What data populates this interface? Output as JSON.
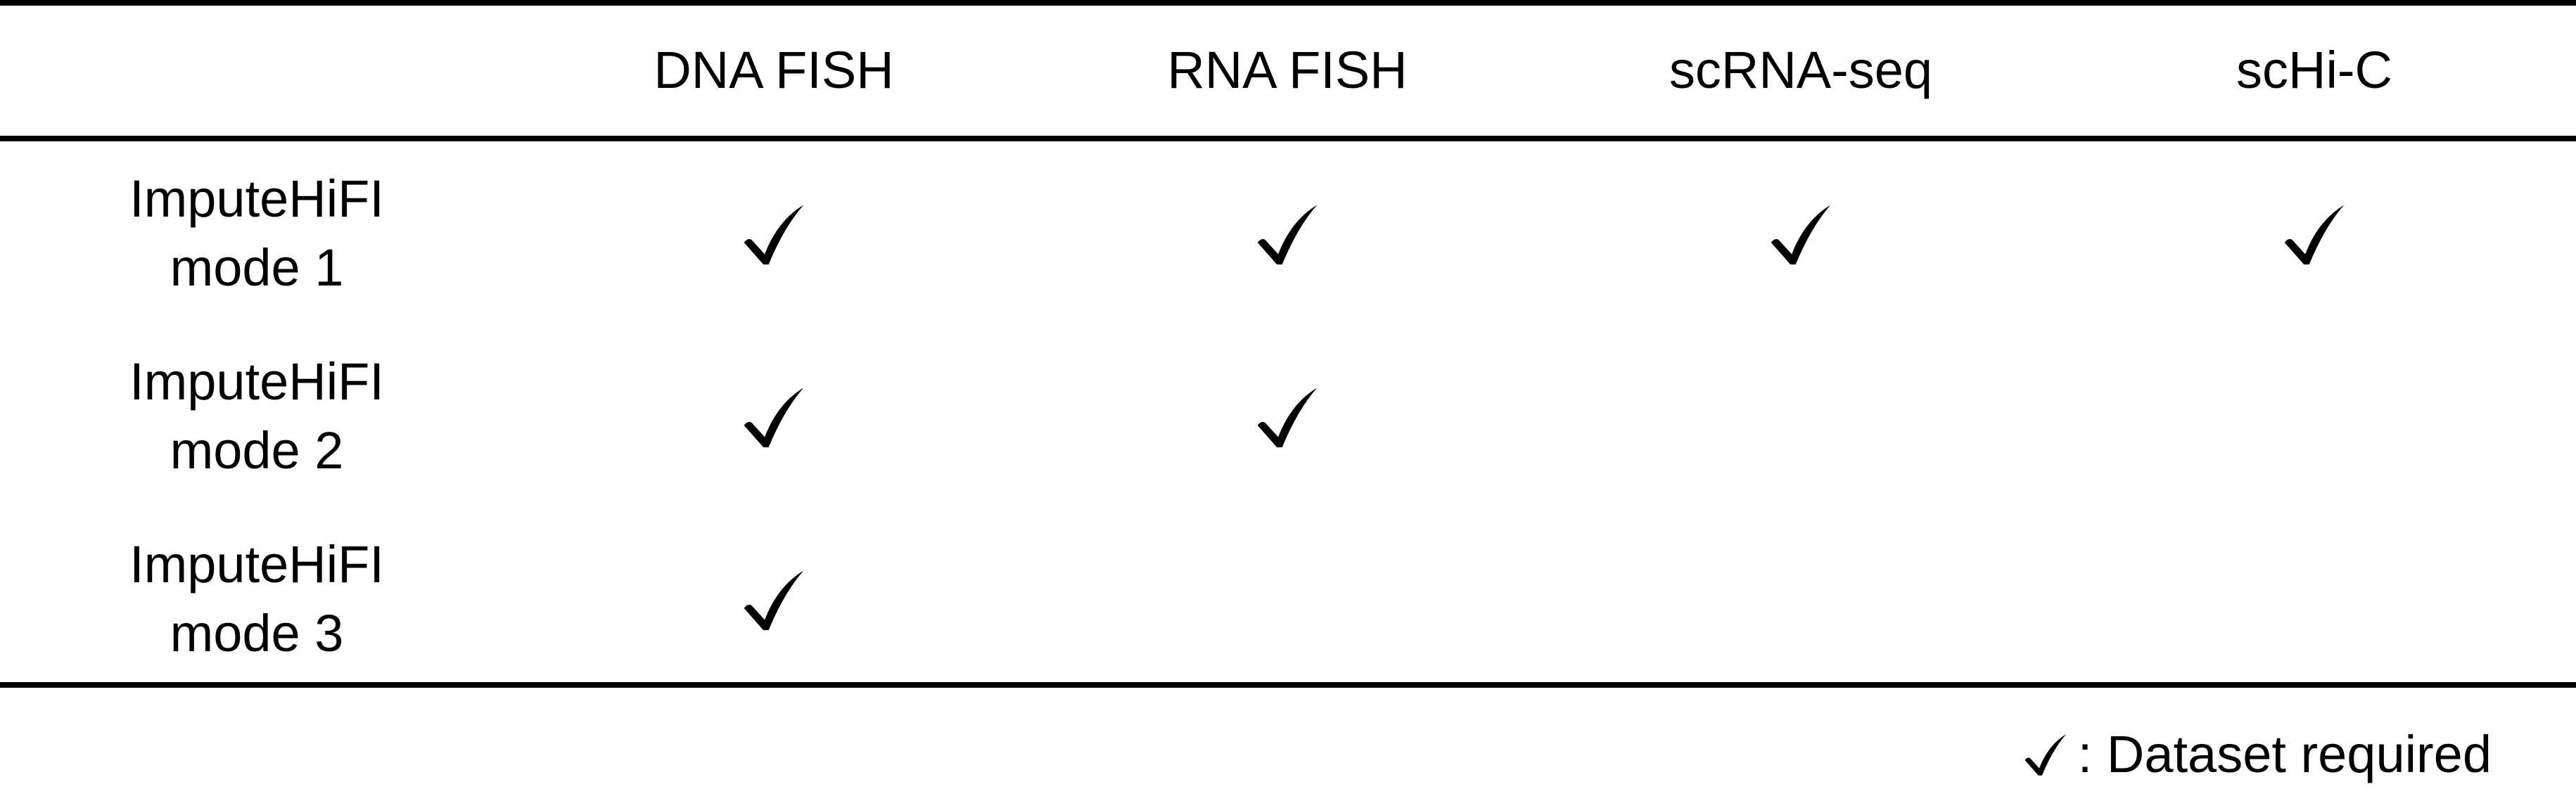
{
  "table": {
    "columns": [
      "DNA FISH",
      "RNA FISH",
      "scRNA-seq",
      "scHi-C"
    ],
    "rows": [
      {
        "label_line1": "ImputeHiFI",
        "label_line2": "mode 1",
        "checks": [
          true,
          true,
          true,
          true
        ]
      },
      {
        "label_line1": "ImputeHiFI",
        "label_line2": "mode 2",
        "checks": [
          true,
          true,
          false,
          false
        ]
      },
      {
        "label_line1": "ImputeHiFI",
        "label_line2": "mode 3",
        "checks": [
          true,
          false,
          false,
          false
        ]
      }
    ]
  },
  "legend": {
    "icon": "check-icon",
    "text": ": Dataset required"
  },
  "colors": {
    "ink": "#000000",
    "background": "#ffffff"
  }
}
